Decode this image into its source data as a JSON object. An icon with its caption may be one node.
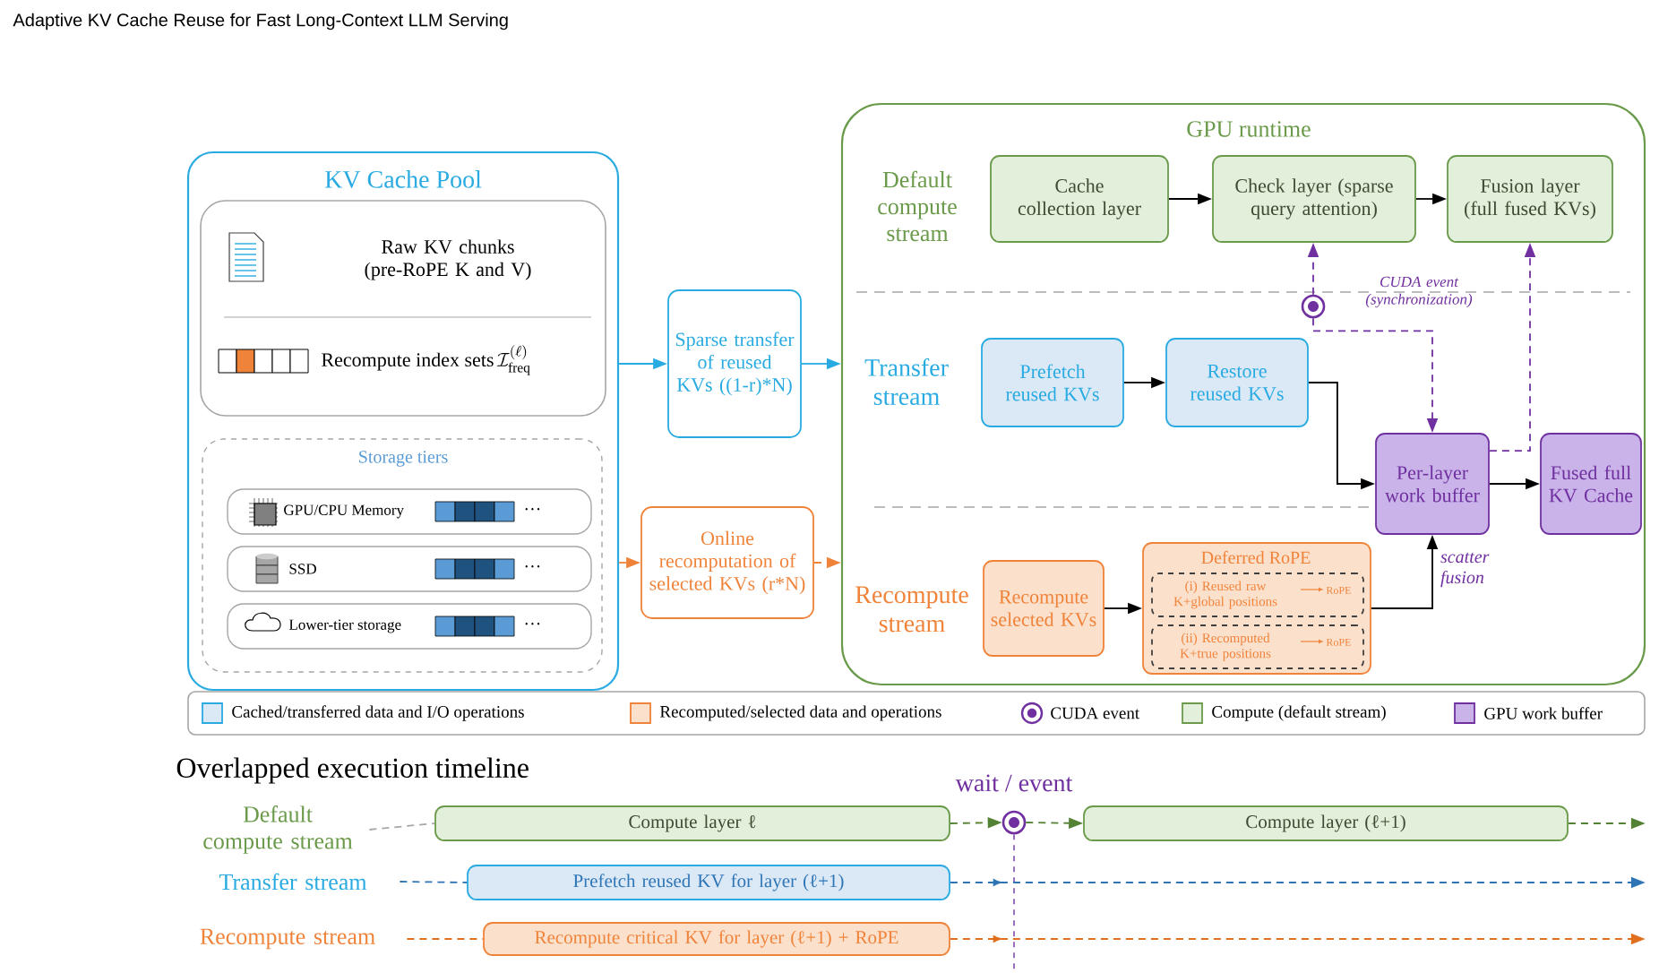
{
  "diagram": {
    "title": "Adaptive KV Cache Reuse for Fast Long-Context LLM Serving",
    "nodes": [
      {
        "text": [
          "KV Cache Pool"
        ]
      },
      {
        "text": [
          "Raw KV chunks (pre-RoPE K and V)",
          "Recompute index sets",
          "\\mathcal{I}^{(\\ell)}_{\\mathrm{freq}}"
        ],
        "in": 0
      },
      {
        "text": [
          "Storage tiers"
        ],
        "in": 0
      },
      {
        "text": [
          "GPU/CPU Memory",
          "···"
        ],
        "in": 2
      },
      {
        "text": [
          "SSD",
          "···"
        ],
        "in": 2
      },
      {
        "text": [
          "Lower-tier storage",
          "···"
        ],
        "in": 2
      },
      {
        "text": [
          "Sparse transfer of reused KVs ((1-r)*N)"
        ]
      },
      {
        "text": [
          "Online recomputation of selected KVs (r*N)"
        ]
      },
      {
        "text": [
          "GPU runtime"
        ]
      },
      {
        "text": [
          "Cache collection layer"
        ],
        "in": 8
      },
      {
        "text": [
          "Check layer (sparse query attention)"
        ],
        "in": 8
      },
      {
        "text": [
          "Fusion layer (full fused KVs)"
        ],
        "in": 8
      },
      {
        "text": [],
        "shape": "circle",
        "beside": [
          "CUDA event (synchronization)"
        ],
        "in": 8
      },
      {
        "text": [
          "Prefetch reused KVs"
        ],
        "in": 8
      },
      {
        "text": [
          "Restore reused KVs"
        ],
        "in": 8
      },
      {
        "text": [
          "Per-layer work buffer"
        ],
        "in": 8
      },
      {
        "text": [
          "Fused full KV Cache"
        ],
        "in": 8
      },
      {
        "text": [
          "Recompute selected KVs"
        ],
        "in": 8
      },
      {
        "text": [
          "Deferred RoPE"
        ],
        "in": 8
      },
      {
        "text": [
          "(i) Reused raw K+global positions",
          "RoPE"
        ],
        "in": 18
      },
      {
        "text": [
          "(ii) Recomputed K+true positions",
          "RoPE"
        ],
        "in": 18
      },
      {
        "text": [
          "Default compute stream"
        ]
      },
      {
        "text": [
          "Compute layer ℓ"
        ]
      },
      {
        "text": [],
        "shape": "circle",
        "beside": [
          "wait / event"
        ]
      },
      {
        "text": [
          "Compute layer (ℓ+1)"
        ]
      },
      {
        "text": [
          "Transfer stream"
        ]
      },
      {
        "text": [
          "Prefetch reused KV for layer (ℓ+1)"
        ]
      },
      {
        "text": [
          "Recompute stream"
        ]
      },
      {
        "text": [
          "Recompute critical KV for layer (ℓ+1) + RoPE"
        ]
      }
    ],
    "edges": [
      {
        "from": 0,
        "to": 6,
        "arrow": "to",
        "color": "#29abe2"
      },
      {
        "from": 6,
        "to": 8,
        "arrow": "to",
        "color": "#29abe2"
      },
      {
        "from": 0,
        "to": 7,
        "arrow": "to",
        "style": "dashed",
        "color": "#f0833a"
      },
      {
        "from": 7,
        "to": 8,
        "arrow": "to",
        "style": "dashed",
        "color": "#f0833a"
      },
      {
        "from": 9,
        "to": 10,
        "arrow": "to"
      },
      {
        "from": 10,
        "to": 11,
        "arrow": "to"
      },
      {
        "from": 13,
        "to": 14,
        "arrow": "to"
      },
      {
        "from": 14,
        "to": 15,
        "arrow": "to"
      },
      {
        "from": 15,
        "to": 16,
        "arrow": "to"
      },
      {
        "from": 17,
        "to": 18,
        "arrow": "to"
      },
      {
        "from": 18,
        "to": 15,
        "arrow": "to",
        "label": "scatter fusion"
      },
      {
        "from": 12,
        "to": 10,
        "arrow": "to",
        "style": "dashed",
        "color": "#7030a0"
      },
      {
        "from": 12,
        "to": 15,
        "arrow": "to",
        "style": "dashed",
        "color": "#7030a0"
      },
      {
        "from": 15,
        "to": 11,
        "arrow": "to",
        "style": "dashed",
        "color": "#7030a0"
      },
      {
        "from": 21,
        "to": 22,
        "arrow": "none",
        "style": "dashed",
        "color": "#a6a6a6"
      },
      {
        "from": 22,
        "to": 23,
        "arrow": "to",
        "style": "dashed",
        "color": "#548235"
      },
      {
        "from": 23,
        "to": 24,
        "arrow": "to",
        "style": "dashed",
        "color": "#548235"
      },
      {
        "from": 24,
        "to": null,
        "arrow": "to",
        "style": "dashed",
        "color": "#548235"
      },
      {
        "from": 25,
        "to": 26,
        "arrow": "none",
        "style": "dashed",
        "color": "#2e75b6"
      },
      {
        "from": 26,
        "to": null,
        "arrow": "to",
        "style": "dashed",
        "color": "#2e75b6"
      },
      {
        "from": 27,
        "to": 28,
        "arrow": "none",
        "style": "dashed",
        "color": "#e07020"
      },
      {
        "from": 28,
        "to": null,
        "arrow": "to",
        "style": "dashed",
        "color": "#e07020"
      }
    ],
    "labels": [
      "Default compute stream",
      "Transfer stream",
      "Recompute stream",
      "Overlapped execution timeline"
    ],
    "legend": [
      {
        "text": "Cached/transferred data and I/O operations",
        "color": "#dbe9f6"
      },
      {
        "text": "Recomputed/selected data and operations",
        "color": "#fbe0cc"
      },
      {
        "text": "CUDA event"
      },
      {
        "text": "Compute (default stream)",
        "color": "#e2efda"
      },
      {
        "text": "GPU work buffer",
        "color": "#c9b3e8"
      }
    ]
  }
}
